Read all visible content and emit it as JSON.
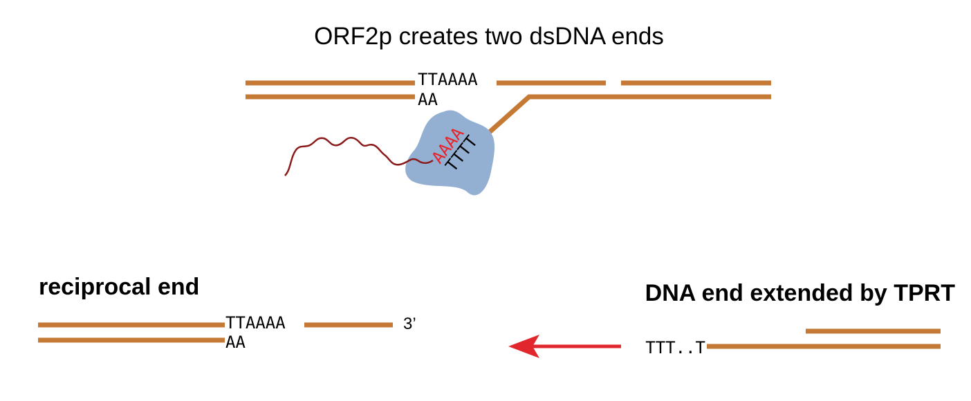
{
  "title": "ORF2p creates two dsDNA ends",
  "top_panel": {
    "top_strand_seq": "TTAAAA",
    "bottom_strand_seq": "AA",
    "rna_seq": "AAAA",
    "primer_seq": "TTTT"
  },
  "left_panel": {
    "heading": "reciprocal end",
    "top_strand_seq": "TTAAAA",
    "bottom_strand_seq": "AA",
    "end_label": "3’"
  },
  "right_panel": {
    "heading": "DNA end extended by TPRT",
    "extension_seq": "TTT..T"
  },
  "colors": {
    "dna": "#C47A35",
    "protein": "#93B0D3",
    "rna": "#8B1A1A",
    "rna_text": "#E8232A",
    "arrow": "#E1262D"
  }
}
